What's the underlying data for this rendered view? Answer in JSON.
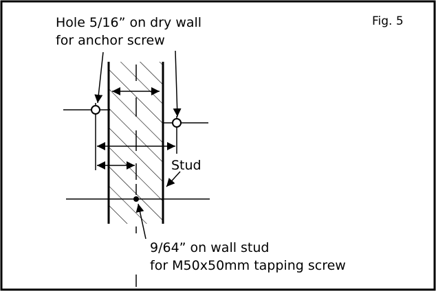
{
  "figure_label": "Fig. 5",
  "hole_note": {
    "line1": "Hole 5/16” on dry wall",
    "line2": "for anchor screw"
  },
  "stud_label": "Stud",
  "stud_hole_note": {
    "line1": "9/64” on wall stud",
    "line2": "for M50x50mm tapping screw"
  },
  "colors": {
    "ink": "#000000",
    "background": "#ffffff"
  }
}
